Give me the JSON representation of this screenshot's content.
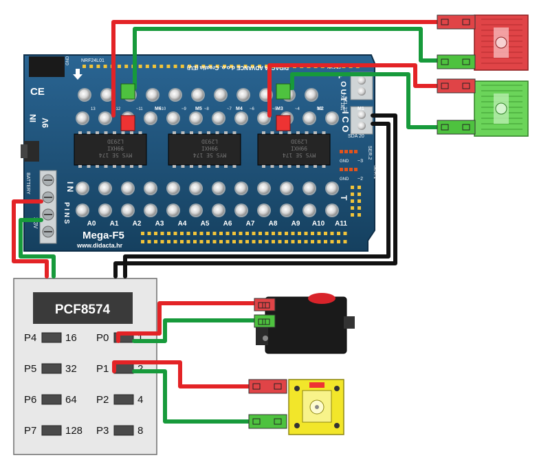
{
  "colors": {
    "board": "#1b4e78",
    "board_dark": "#143c5e",
    "wire_red": "#e32326",
    "wire_green": "#179a3b",
    "wire_black": "#111111",
    "led_red": "#e04447",
    "led_green": "#6bd45a",
    "servo_yellow": "#f2e62a",
    "pcf_bg": "#e8e8e8"
  },
  "board": {
    "name": "Mega-F5",
    "url": "www.didacta.hr",
    "maker": "DIDACTA ADVANCE d.o.o. Croatia (EU)",
    "nrf_label": "NRF24L01",
    "gnd_top": "GND",
    "ce_mark": "CE",
    "voltage": "9V",
    "in_vertical": "IN",
    "battery": "BATTERY",
    "v33": "3.3V",
    "in_label": "I N",
    "pins_label": "P I N S",
    "out_label": "O U T",
    "t_label": "T",
    "p_label": "P",
    "ico_label": "I C O",
    "scl": "SCL 21",
    "sda": "SDA 20",
    "tx": "TX1 18",
    "rx": "RX1 19",
    "ser1": "SER.1",
    "ser2": "SER.2",
    "gnd": "GND",
    "tilde3": "~3",
    "tilde2": "~2",
    "chip_lines": [
      "L293D",
      "99HXI",
      "MYS 5E 174"
    ],
    "motor_labels": [
      "M6",
      "M5",
      "M4",
      "M3",
      "M2",
      "M1"
    ],
    "top_pin_labels": [
      "13",
      "~12",
      "~11",
      "~10",
      "~9",
      "~8",
      "~7",
      "~6",
      "~5",
      "~4",
      "17",
      "16"
    ],
    "analog_labels": [
      "A0",
      "A1",
      "A2",
      "A3",
      "A4",
      "A5",
      "A6",
      "A7",
      "A8",
      "A9",
      "A10",
      "A11"
    ]
  },
  "pcf": {
    "title": "PCF8574",
    "ports": [
      {
        "port": "P4",
        "value": "16"
      },
      {
        "port": "P5",
        "value": "32"
      },
      {
        "port": "P6",
        "value": "64"
      },
      {
        "port": "P7",
        "value": "128"
      },
      {
        "port": "P0",
        "value": "1"
      },
      {
        "port": "P1",
        "value": "2"
      },
      {
        "port": "P2",
        "value": "4"
      },
      {
        "port": "P3",
        "value": "8"
      }
    ]
  }
}
